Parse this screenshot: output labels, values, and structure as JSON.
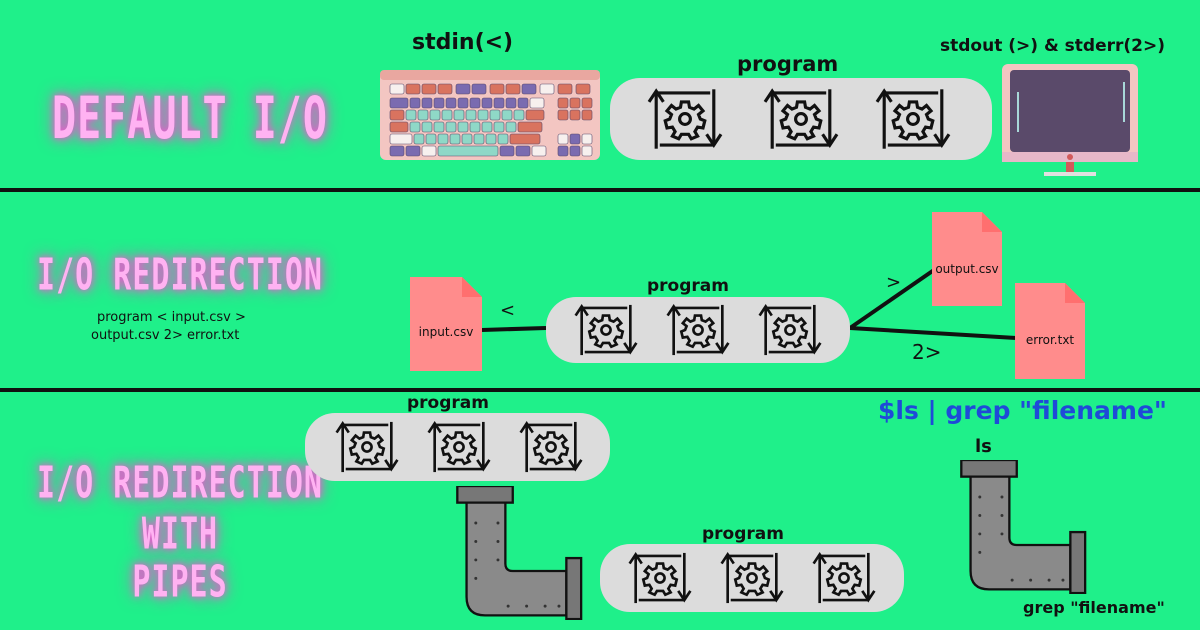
{
  "section1": {
    "title": "DEFAULT I/O",
    "stdin_label": "stdin(<)",
    "program_label": "program",
    "stdout_label": "stdout (>) & stderr(2>)"
  },
  "section2": {
    "title": "I/O REDIRECTION",
    "command_line1": "program < input.csv >",
    "command_line2": "output.csv 2> error.txt",
    "program_label": "program",
    "input_file": "input.csv",
    "output_file": "output.csv",
    "error_file": "error.txt",
    "in_operator": "<",
    "out_operator": ">",
    "err_operator": "2>"
  },
  "section3": {
    "title_line1": "I/O REDIRECTION",
    "title_line2": "WITH",
    "title_line3": "PIPES",
    "program_label_top": "program",
    "program_label_bottom": "program",
    "pipe_command": "$ls | grep \"filename\"",
    "ls_label": "ls",
    "grep_label": "grep \"filename\""
  },
  "colors": {
    "background": "#1ff08a",
    "neon_pink": "#ffb2f2",
    "file_pink": "#ff8c8c",
    "pill_gray": "#dcdcdc",
    "command_blue": "#1f4ad8",
    "pipe_gray": "#7a7a7a"
  },
  "icons": [
    "keyboard-icon",
    "monitor-icon",
    "gear-icon",
    "file-icon",
    "pipe-icon"
  ]
}
